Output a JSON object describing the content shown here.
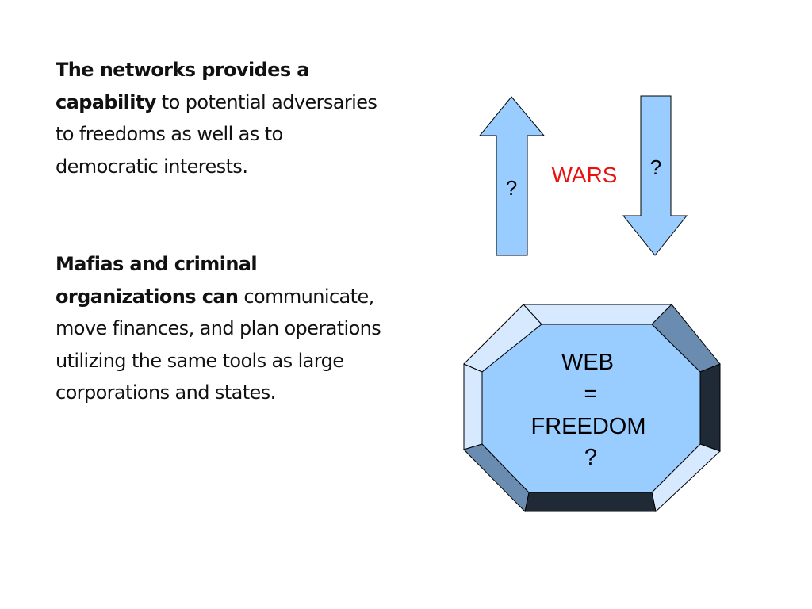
{
  "paragraph_1": {
    "bold_text": "The networks provides a capability",
    "normal_text": " to potential adversaries to freedoms as well as to democratic interests."
  },
  "paragraph_2": {
    "bold_text": "Mafias and criminal organizations can",
    "normal_text": " communicate, move finances, and plan operations utilizing the same tools as large corporations and states."
  },
  "diagram": {
    "up_arrow_label": "?",
    "down_arrow_label": "?",
    "center_label": "WARS",
    "octagon_lines": [
      "WEB",
      "=",
      "FREEDOM",
      "?"
    ],
    "colors": {
      "arrow_fill": "#99ccff",
      "wars_text": "#e8110f",
      "octagon_face": "#99ccff",
      "bevel_light": "#d6e9ff",
      "bevel_mid": "#6a8cb0",
      "bevel_dark": "#1f2a36"
    }
  }
}
